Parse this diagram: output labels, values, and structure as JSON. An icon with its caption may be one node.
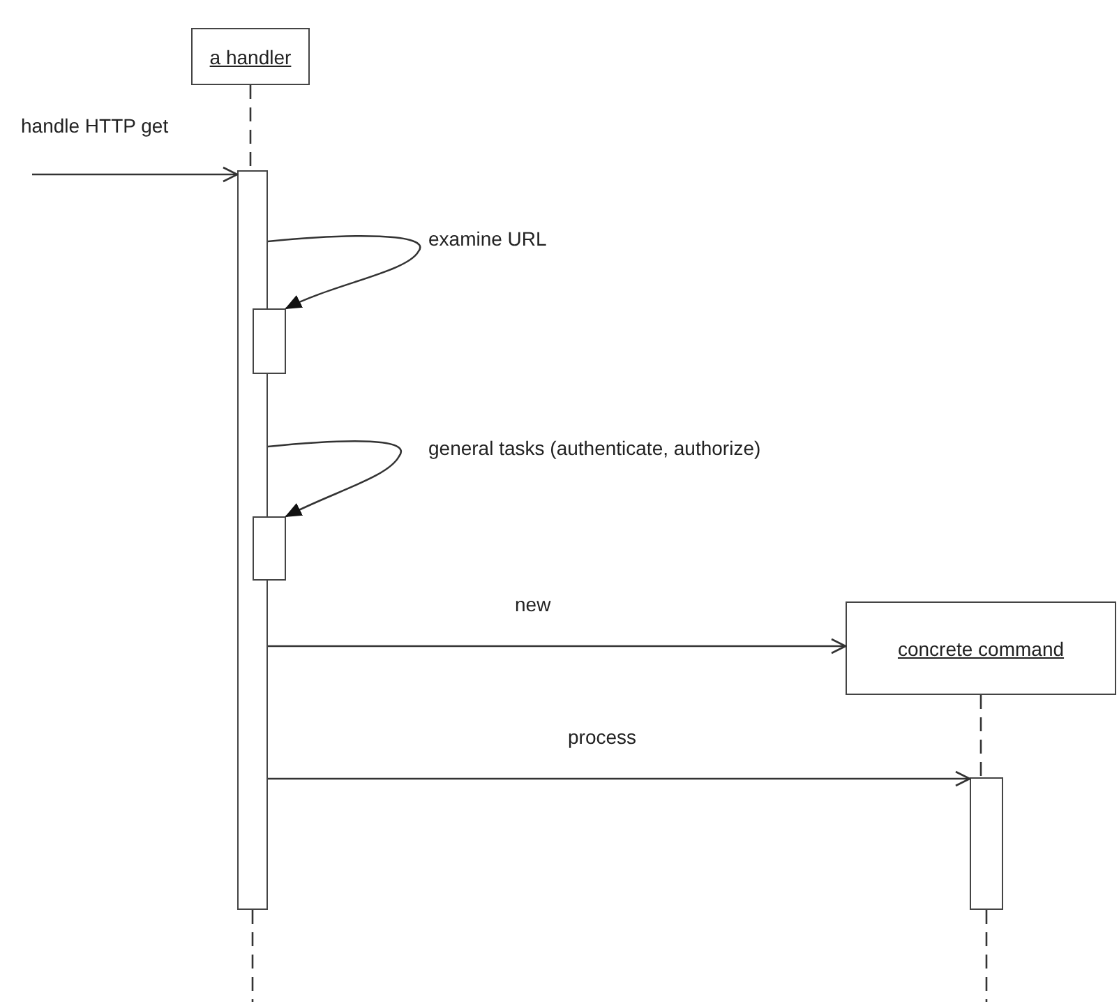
{
  "diagram": {
    "nodes": [
      {
        "text": [
          "a handler"
        ]
      },
      {
        "text": [
          "concrete command"
        ]
      },
      {
        "text": [],
        "shape": "bar"
      },
      {
        "text": [],
        "shape": "bar"
      },
      {
        "text": [],
        "shape": "bar"
      },
      {
        "text": [],
        "shape": "bar"
      }
    ],
    "edges": [
      {
        "from": null,
        "to": 2,
        "arrow": "to",
        "label": "handle HTTP get"
      },
      {
        "from": 2,
        "to": 3,
        "arrow": "to",
        "label": "examine URL"
      },
      {
        "from": 2,
        "to": 4,
        "arrow": "to",
        "label": "general tasks (authenticate, authorize)"
      },
      {
        "from": 2,
        "to": 1,
        "arrow": "to",
        "label": "new"
      },
      {
        "from": 2,
        "to": 5,
        "arrow": "to",
        "label": "process"
      },
      {
        "from": 0,
        "to": 2,
        "arrow": "none",
        "style": "dashed"
      },
      {
        "from": 2,
        "to": null,
        "arrow": "none",
        "style": "dashed"
      },
      {
        "from": 1,
        "to": 5,
        "arrow": "none",
        "style": "dashed"
      },
      {
        "from": 5,
        "to": null,
        "arrow": "none",
        "style": "dashed"
      }
    ]
  }
}
